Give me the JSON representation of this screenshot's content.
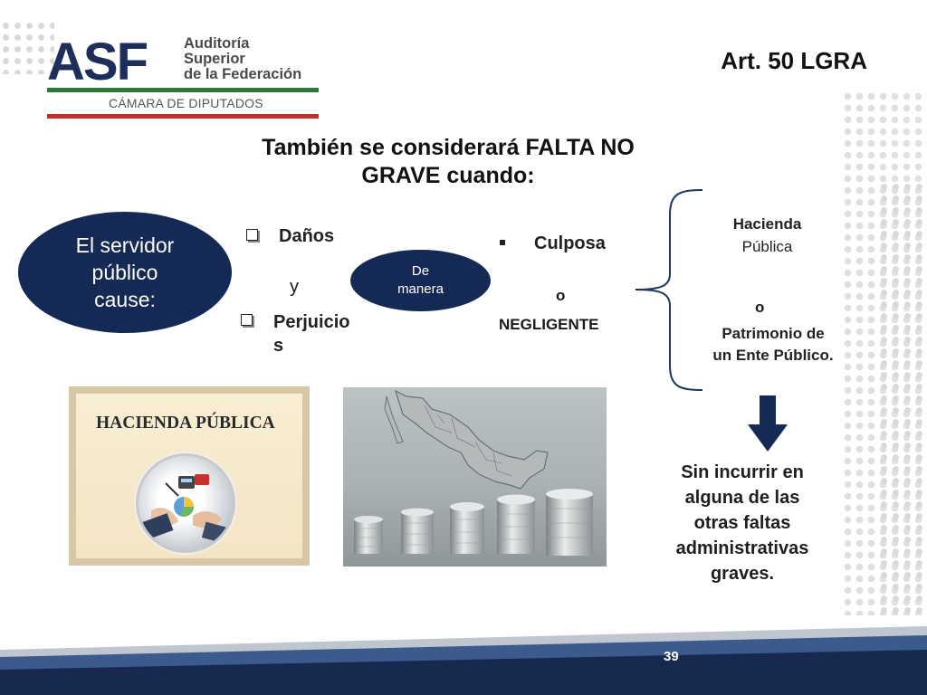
{
  "logo": {
    "mark": "ASF",
    "line1": "Auditoría",
    "line2": "Superior",
    "line3": "de la Federación",
    "subtitle": "CÁMARA DE DIPUTADOS"
  },
  "article": "Art. 50 LGRA",
  "title_line1": "También se considerará FALTA NO",
  "title_line2": "GRAVE cuando:",
  "servidor": {
    "line1": "El servidor",
    "line2": "público",
    "line3": "cause:"
  },
  "danos": "Daños",
  "y": "y",
  "perjuicios_line1": "Perjuicio",
  "perjuicios_line2": "s",
  "de_manera": {
    "line1": "De",
    "line2": "manera"
  },
  "culposa": "Culposa",
  "o_mid": "o",
  "negligente": "NEGLIGENTE",
  "hacienda": {
    "line1": "Hacienda",
    "line2": "Pública"
  },
  "o_right": "o",
  "patrimonio": {
    "line1": "Patrimonio de",
    "line2": "un Ente Público."
  },
  "sin_incurrir": {
    "line1": "Sin incurrir en",
    "line2": "alguna de las",
    "line3": "otras faltas",
    "line4": "administrativas",
    "line5": "graves."
  },
  "image_hacienda_label": "HACIENDA PÚBLICA",
  "page_number": "39",
  "colors": {
    "navy": "#142a55",
    "logo_blue": "#1d2e5a",
    "logo_green": "#2b7a3a",
    "logo_red": "#c0312b",
    "footer_dark": "#17294f",
    "footer_mid": "#3b5b8c"
  },
  "icons": [
    "checkbox-bullet-icon",
    "square-bullet-icon",
    "curly-brace-icon",
    "down-arrow-icon"
  ]
}
